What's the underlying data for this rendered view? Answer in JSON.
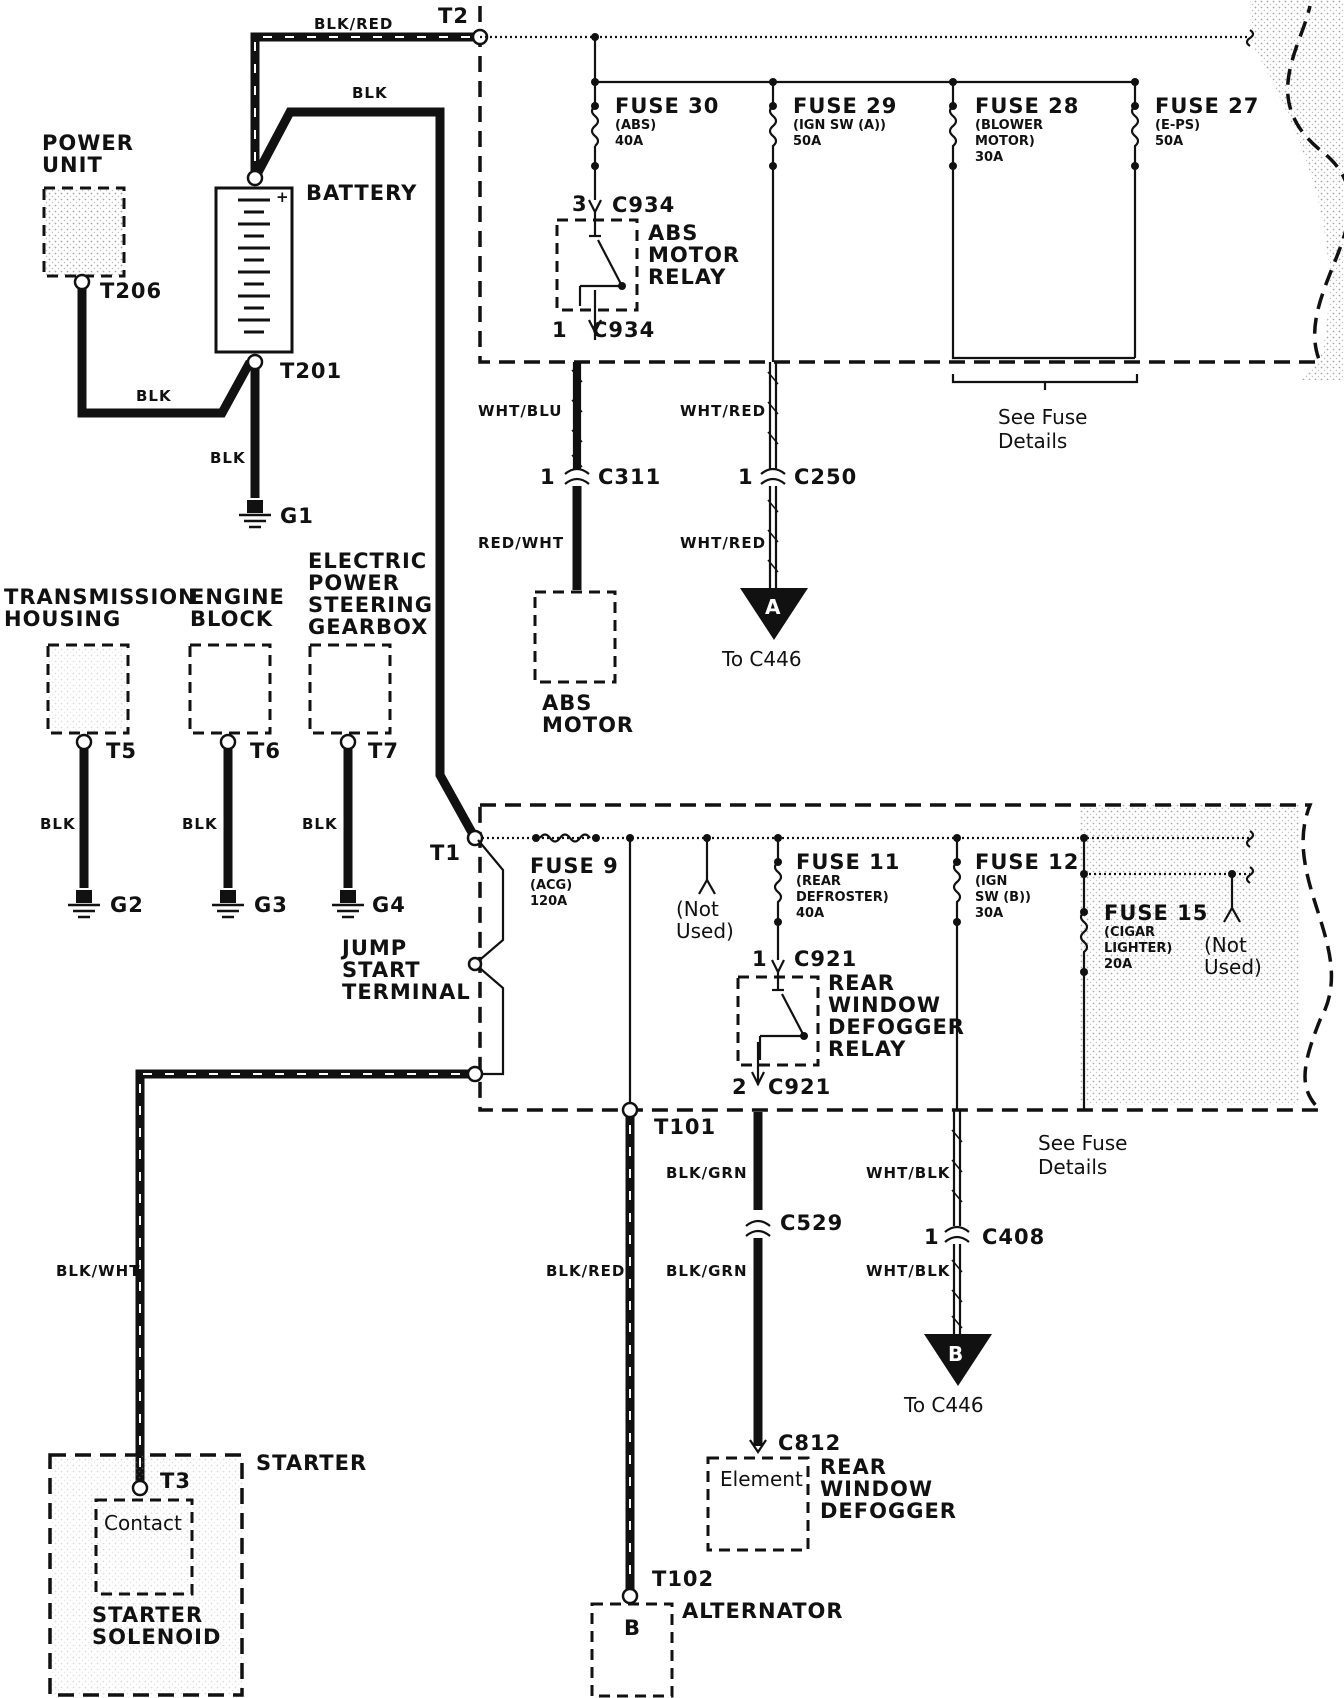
{
  "components": {
    "power_unit": "POWER UNIT",
    "battery": "BATTERY",
    "transmission_housing": "TRANSMISSION HOUSING",
    "engine_block": "ENGINE BLOCK",
    "electric_power_steering": "ELECTRIC POWER STEERING GEARBOX",
    "jump_start_terminal": "JUMP START TERMINAL",
    "starter": "STARTER",
    "contact": "Contact",
    "starter_solenoid": "STARTER SOLENOID",
    "abs_motor_relay": "ABS MOTOR RELAY",
    "abs_motor": "ABS MOTOR",
    "rear_window_defogger_relay": "REAR WINDOW DEFOGGER RELAY",
    "element": "Element",
    "rear_window_defogger": "REAR WINDOW DEFOGGER",
    "alternator": "ALTERNATOR",
    "alternator_terminal": "B"
  },
  "terminals": {
    "t2": "T2",
    "t206": "T206",
    "t201": "T201",
    "g1": "G1",
    "t5": "T5",
    "t6": "T6",
    "t7": "T7",
    "g2": "G2",
    "g3": "G3",
    "g4": "G4",
    "t1": "T1",
    "t3": "T3",
    "t101": "T101",
    "t102": "T102"
  },
  "connectors": {
    "c934": "C934",
    "c311": "C311",
    "c250": "C250",
    "c921": "C921",
    "c529": "C529",
    "c408": "C408",
    "c812": "C812",
    "pin1": "1",
    "pin2": "2",
    "pin3": "3"
  },
  "wires": {
    "blk_red": "BLK/RED",
    "blk": "BLK",
    "blk_wht": "BLK/WHT",
    "wht_blu": "WHT/BLU",
    "red_wht": "RED/WHT",
    "wht_red": "WHT/RED",
    "blk_grn": "BLK/GRN",
    "wht_blk": "WHT/BLK"
  },
  "fuses": {
    "f30": {
      "name": "FUSE 30",
      "circuit": "(ABS)",
      "rating": "40A"
    },
    "f29": {
      "name": "FUSE 29",
      "circuit": "(IGN SW (A))",
      "rating": "50A"
    },
    "f28": {
      "name": "FUSE 28",
      "circuit": "(BLOWER MOTOR)",
      "circuit_l1": "(BLOWER",
      "circuit_l2": "MOTOR)",
      "rating": "30A"
    },
    "f27": {
      "name": "FUSE 27",
      "circuit": "(E-PS)",
      "rating": "50A"
    },
    "f9": {
      "name": "FUSE 9",
      "circuit": "(ACG)",
      "rating": "120A"
    },
    "f11": {
      "name": "FUSE 11",
      "circuit": "(REAR DEFROSTER)",
      "circuit_l1": "(REAR",
      "circuit_l2": "DEFROSTER)",
      "rating": "40A"
    },
    "f12": {
      "name": "FUSE 12",
      "circuit": "(IGN SW (B))",
      "circuit_l1": "(IGN",
      "circuit_l2": "SW (B))",
      "rating": "30A"
    },
    "f15": {
      "name": "FUSE 15",
      "circuit": "(CIGAR LIGHTER)",
      "circuit_l1": "(CIGAR",
      "circuit_l2": "LIGHTER)",
      "rating": "20A"
    }
  },
  "notes": {
    "see_fuse_details": "See Fuse Details",
    "not_used": "(Not Used)",
    "to_c446": "To C446"
  },
  "offpage": {
    "a": "A",
    "b": "B"
  }
}
